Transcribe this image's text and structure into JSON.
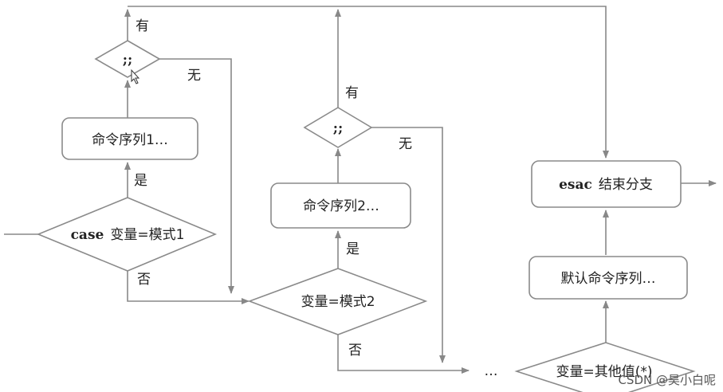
{
  "nodes": {
    "semi1": ";;",
    "semi2": ";;",
    "cmd1": "命令序列1…",
    "cmd2": "命令序列2…",
    "case_kw": "case",
    "case_rest": "变量=模式1",
    "var2": "变量=模式2",
    "esac_kw": "esac",
    "esac_rest": "结束分支",
    "default_cmd": "默认命令序列…",
    "other": "变量=其他值(*)",
    "ellipsis": "…"
  },
  "labels": {
    "you1": "有",
    "wu1": "无",
    "shi1": "是",
    "fou1": "否",
    "you2": "有",
    "wu2": "无",
    "shi2": "是",
    "fou2": "否"
  },
  "watermark": "CSDN @昊小白呢"
}
